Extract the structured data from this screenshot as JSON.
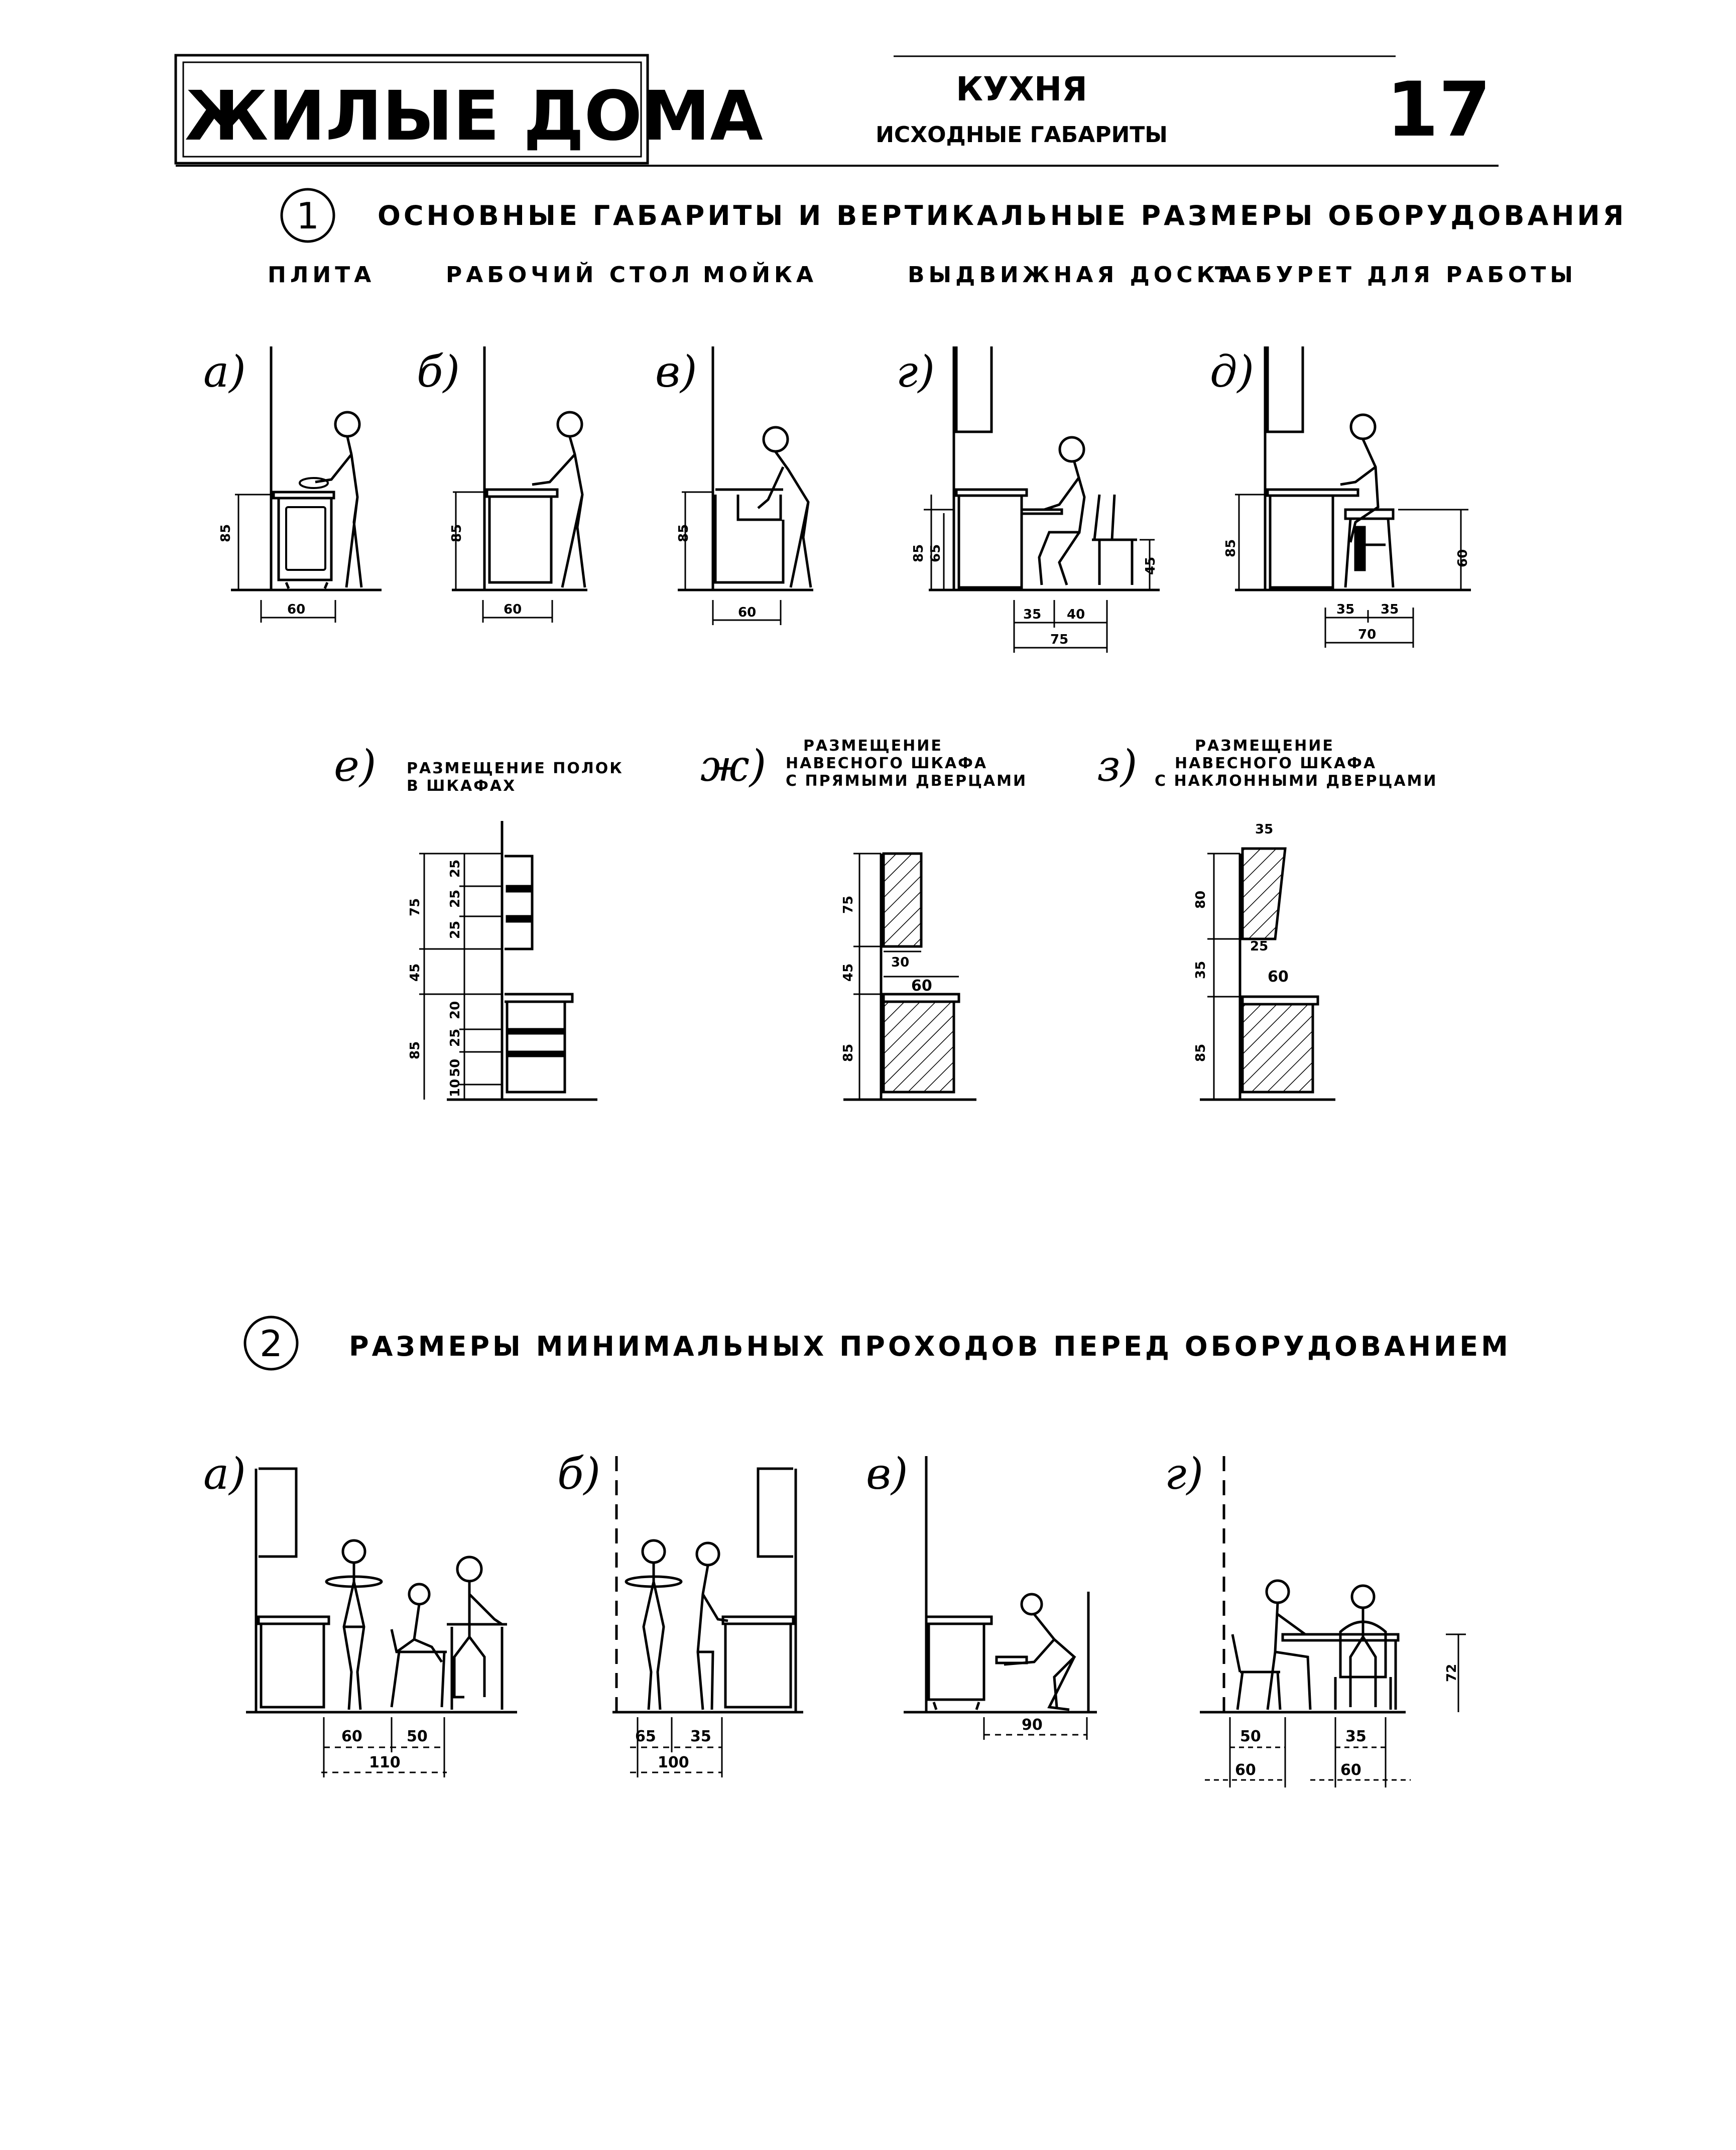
{
  "header": {
    "series_title": "ЖИЛЫЕ ДОМА",
    "topic": "КУХНЯ",
    "subtopic": "ИСХОДНЫЕ ГАБАРИТЫ",
    "page_number": "17"
  },
  "section1": {
    "number": "1",
    "title": "ОСНОВНЫЕ ГАБАРИТЫ И ВЕРТИКАЛЬНЫЕ РАЗМЕРЫ ОБОРУДОВАНИЯ",
    "items": [
      "ПЛИТА",
      "РАБОЧИЙ СТОЛ",
      "МОЙКА",
      "ВЫДВИЖНАЯ ДОСКА",
      "ТАБУРЕТ ДЛЯ РАБОТЫ"
    ],
    "figures": {
      "a": {
        "letter": "а)",
        "height": "85",
        "width": "60"
      },
      "b": {
        "letter": "б)",
        "height": "85",
        "width": "60"
      },
      "v": {
        "letter": "в)",
        "height": "85",
        "width": "60"
      },
      "g": {
        "letter": "г)",
        "height": "85",
        "board": "65",
        "seat": "45",
        "d1": "35",
        "d2": "40",
        "total": "75"
      },
      "d": {
        "letter": "д)",
        "height": "85",
        "stool": "60",
        "d1": "35",
        "d2": "35",
        "total": "70"
      }
    },
    "shelves": {
      "e": {
        "letter": "е)",
        "caption": [
          "РАЗМЕЩЕНИЕ ПОЛОК",
          "В ШКАФАХ"
        ],
        "dims_left": [
          "75",
          "45",
          "85"
        ],
        "dims_right": [
          "25",
          "25",
          "25",
          "20",
          "25",
          "50",
          "10"
        ]
      },
      "zh": {
        "letter": "ж)",
        "caption": [
          "РАЗМЕЩЕНИЕ",
          "НАВЕСНОГО ШКАФА",
          "С ПРЯМЫМИ ДВЕРЦАМИ"
        ],
        "dims": [
          "75",
          "45",
          "85",
          "30",
          "60"
        ]
      },
      "z": {
        "letter": "з)",
        "caption": [
          "РАЗМЕЩЕНИЕ",
          "НАВЕСНОГО ШКАФА",
          "С НАКЛОННЫМИ ДВЕРЦАМИ"
        ],
        "dims": [
          "35",
          "80",
          "25",
          "35",
          "60",
          "85"
        ]
      }
    }
  },
  "section2": {
    "number": "2",
    "title": "РАЗМЕРЫ МИНИМАЛЬНЫХ ПРОХОДОВ ПЕРЕД ОБОРУДОВАНИЕМ",
    "figures": {
      "a": {
        "letter": "а)",
        "d1": "60",
        "d2": "50",
        "total": "110"
      },
      "b": {
        "letter": "б)",
        "d1": "65",
        "d2": "35",
        "total": "100"
      },
      "v": {
        "letter": "в)",
        "d1": "90"
      },
      "g": {
        "letter": "г)",
        "d1": "50",
        "d2": "35",
        "t1": "60",
        "t2": "60",
        "height": "72"
      }
    }
  }
}
